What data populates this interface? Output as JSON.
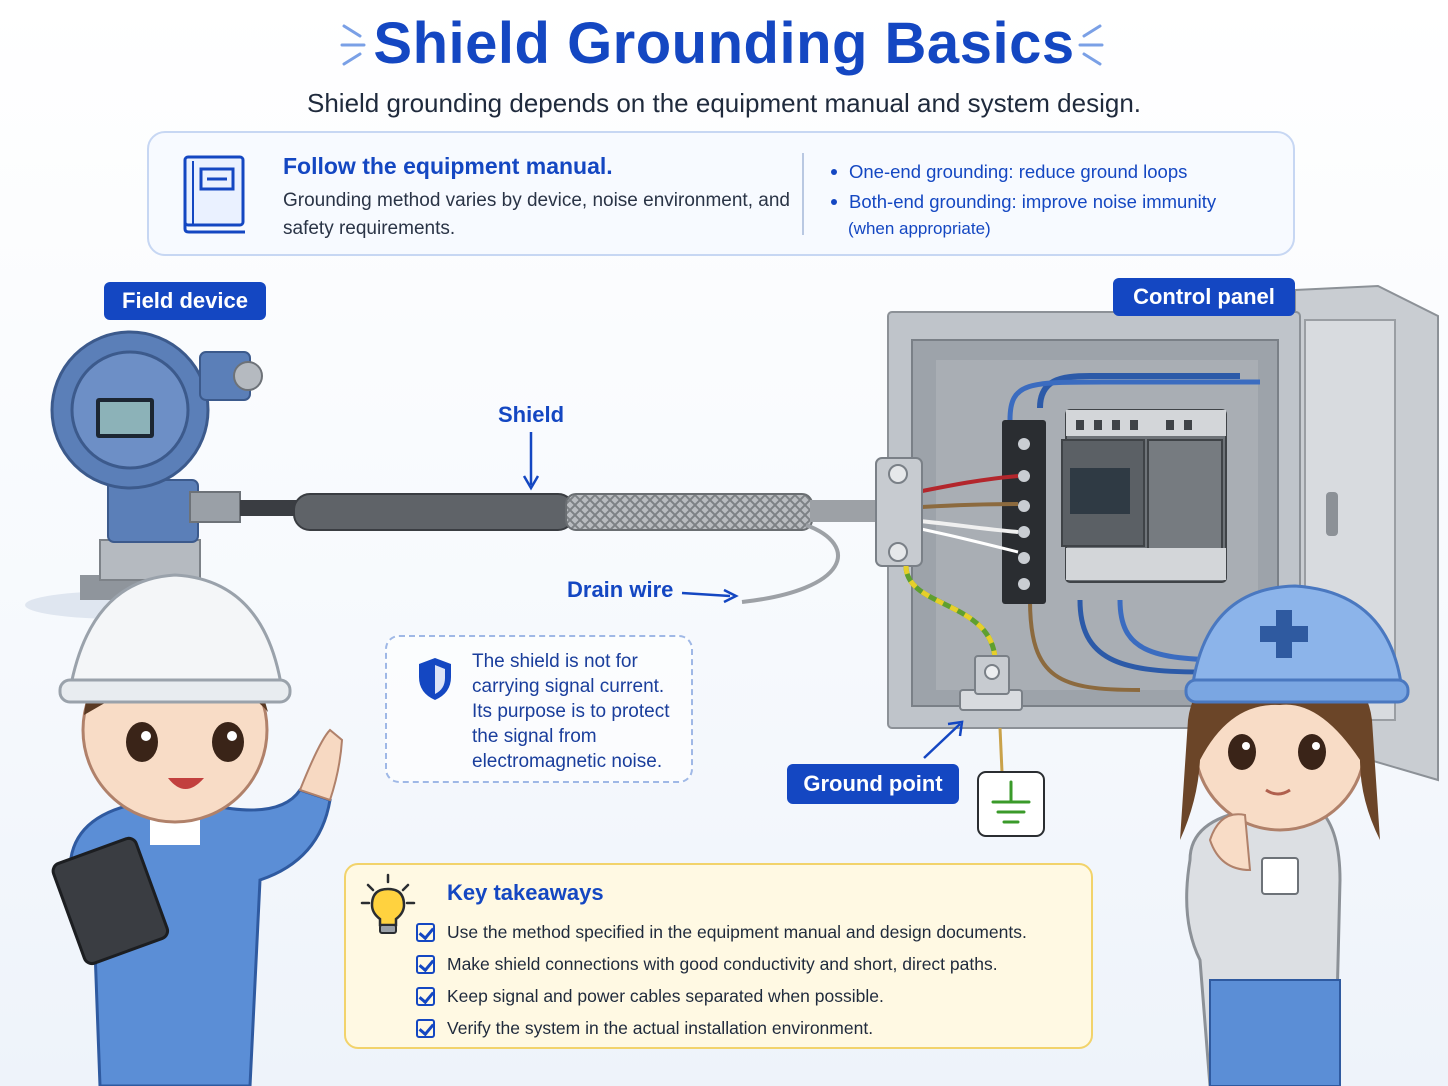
{
  "title": "Shield Grounding Basics",
  "subtitle": "Shield grounding depends on the equipment manual and system design.",
  "info": {
    "heading": "Follow the equipment manual.",
    "body": "Grounding method varies by device, noise environment, and safety requirements.",
    "points": [
      "One-end grounding: reduce ground loops",
      "Both-end grounding: improve noise immunity"
    ],
    "note": "(when appropriate)"
  },
  "labels": {
    "field_device": "Field device",
    "control_panel": "Control panel",
    "shield": "Shield",
    "drain_wire": "Drain wire",
    "ground_point": "Ground point"
  },
  "note_box": {
    "line1": "The shield is not for carrying signal current.",
    "line2": "Its purpose is to protect the signal from electromagnetic noise."
  },
  "takeaways": {
    "title": "Key takeaways",
    "items": [
      "Use the method specified in the equipment manual and design documents.",
      "Make shield connections with good conductivity and short, direct paths.",
      "Keep signal and power cables separated when possible.",
      "Verify the system in the actual installation environment."
    ]
  },
  "colors": {
    "accent": "#1447c2",
    "panel_gray": "#bfc4ca",
    "device_blue": "#5b7fb8",
    "takeaway_bg": "#fff9e3"
  }
}
